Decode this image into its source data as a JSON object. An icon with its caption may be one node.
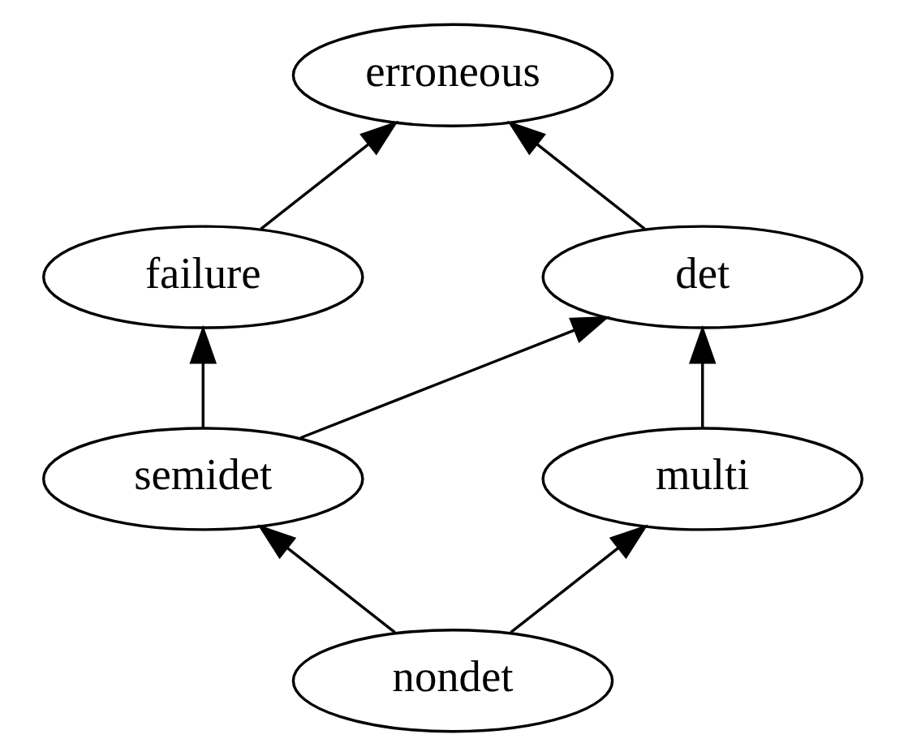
{
  "diagram": {
    "nodes": [
      {
        "text": [
          "erroneous"
        ]
      },
      {
        "text": [
          "failure"
        ]
      },
      {
        "text": [
          "det"
        ]
      },
      {
        "text": [
          "semidet"
        ]
      },
      {
        "text": [
          "multi"
        ]
      },
      {
        "text": [
          "nondet"
        ]
      }
    ],
    "edges": [
      {
        "from": 1,
        "to": 0,
        "arrow": "to"
      },
      {
        "from": 2,
        "to": 0,
        "arrow": "to"
      },
      {
        "from": 3,
        "to": 1,
        "arrow": "to"
      },
      {
        "from": 3,
        "to": 2,
        "arrow": "to"
      },
      {
        "from": 4,
        "to": 2,
        "arrow": "to"
      },
      {
        "from": 5,
        "to": 3,
        "arrow": "to"
      },
      {
        "from": 5,
        "to": 4,
        "arrow": "to"
      }
    ]
  }
}
